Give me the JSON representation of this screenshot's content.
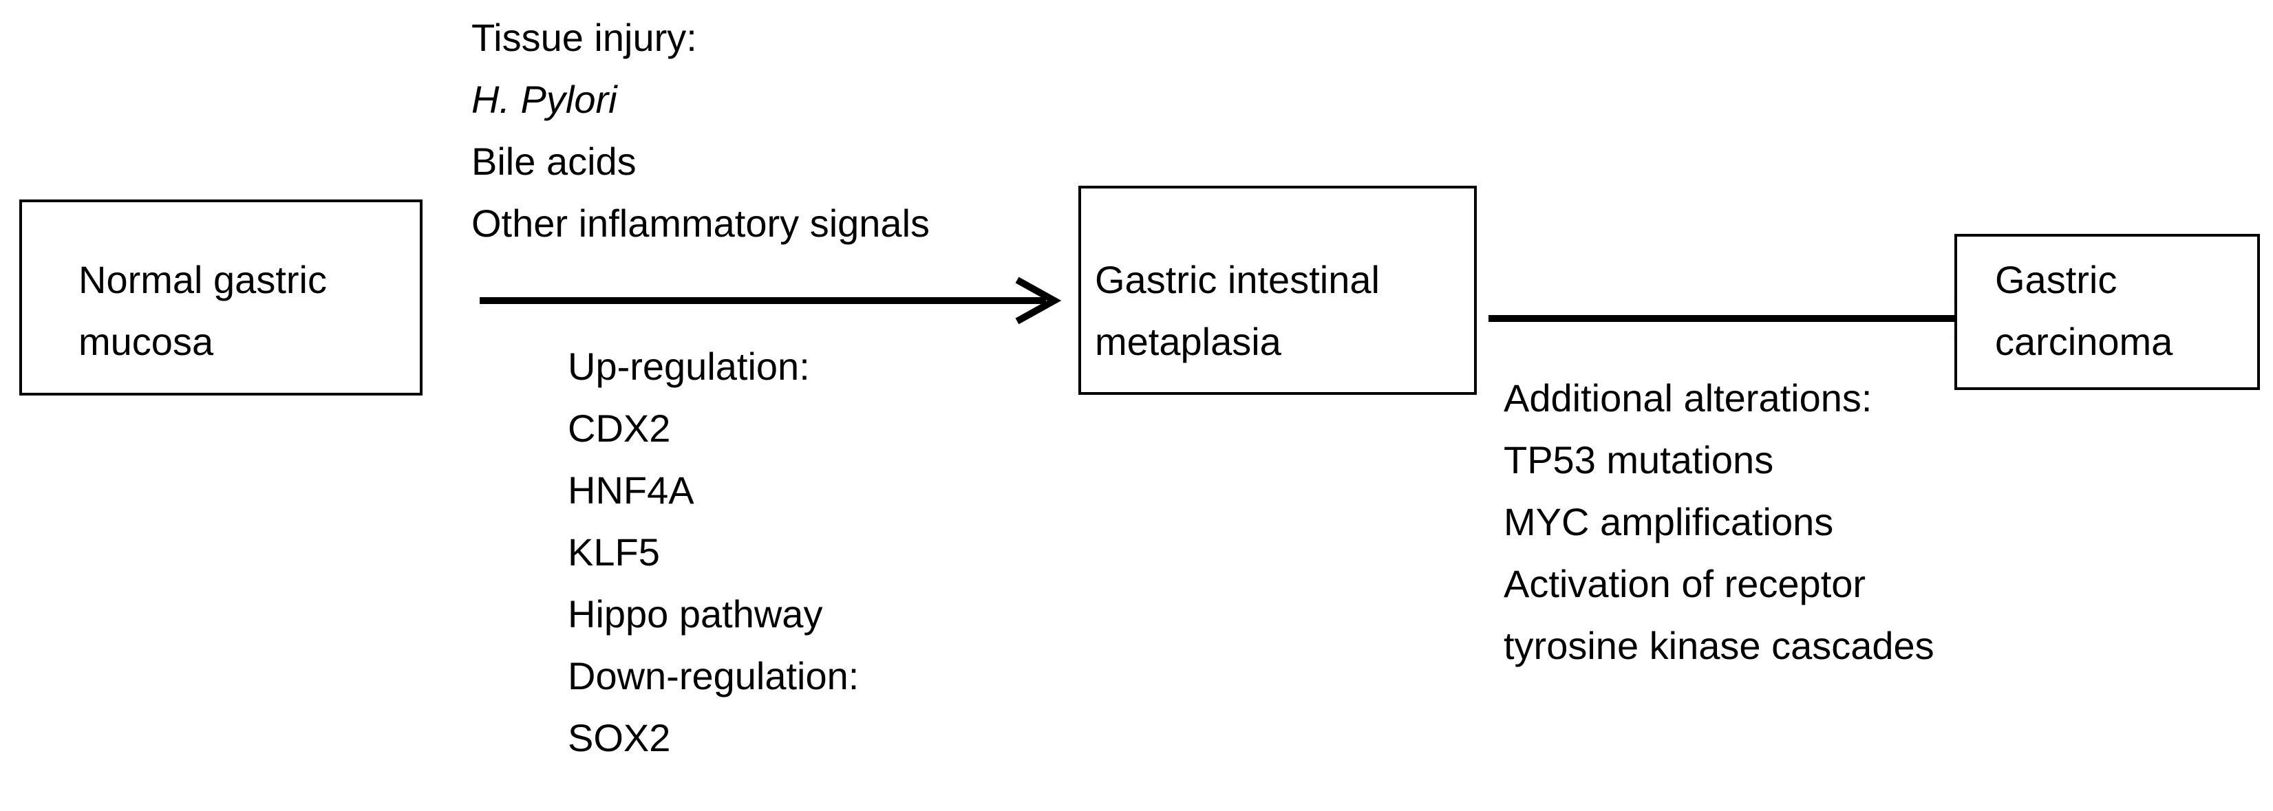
{
  "boxes": {
    "normal": [
      "Normal gastric",
      "mucosa"
    ],
    "metaplasia": [
      "Gastric intestinal",
      "metaplasia"
    ],
    "carcinoma": [
      "Gastric",
      "carcinoma"
    ]
  },
  "labels": {
    "injury": {
      "heading": "Tissue injury:",
      "items": [
        "H. Pylori",
        "Bile acids",
        "Other inflammatory signals"
      ]
    },
    "regulation": {
      "up_heading": "Up-regulation:",
      "up_items": [
        "CDX2",
        "HNF4A",
        "KLF5",
        "Hippo pathway"
      ],
      "down_heading": "Down-regulation:",
      "down_items": [
        "SOX2"
      ]
    },
    "additional": {
      "heading": "Additional alterations:",
      "items": [
        "TP53 mutations",
        "MYC amplifications",
        "Activation of receptor",
        "tyrosine kinase cascades"
      ]
    }
  },
  "colors": {
    "stroke": "#000000",
    "background": "#ffffff"
  }
}
